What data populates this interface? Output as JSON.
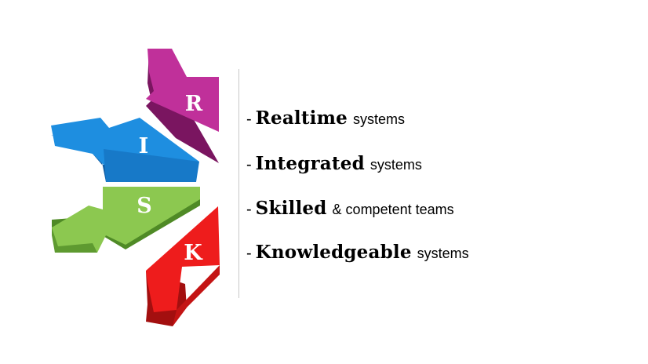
{
  "letters": {
    "r": "R",
    "i": "I",
    "s": "S",
    "k": "K"
  },
  "items": [
    {
      "dash": "-",
      "keyword": "Realtime",
      "rest": "systems"
    },
    {
      "dash": "-",
      "keyword": "Integrated",
      "rest": "systems"
    },
    {
      "dash": "-",
      "keyword": "Skilled",
      "rest": "& competent teams"
    },
    {
      "dash": "-",
      "keyword": "Knowledgeable",
      "rest": "systems"
    }
  ],
  "colors": {
    "magenta": "#c0309a",
    "blue": "#1e8ee0",
    "green": "#8cc850",
    "red": "#ee1c1c"
  }
}
